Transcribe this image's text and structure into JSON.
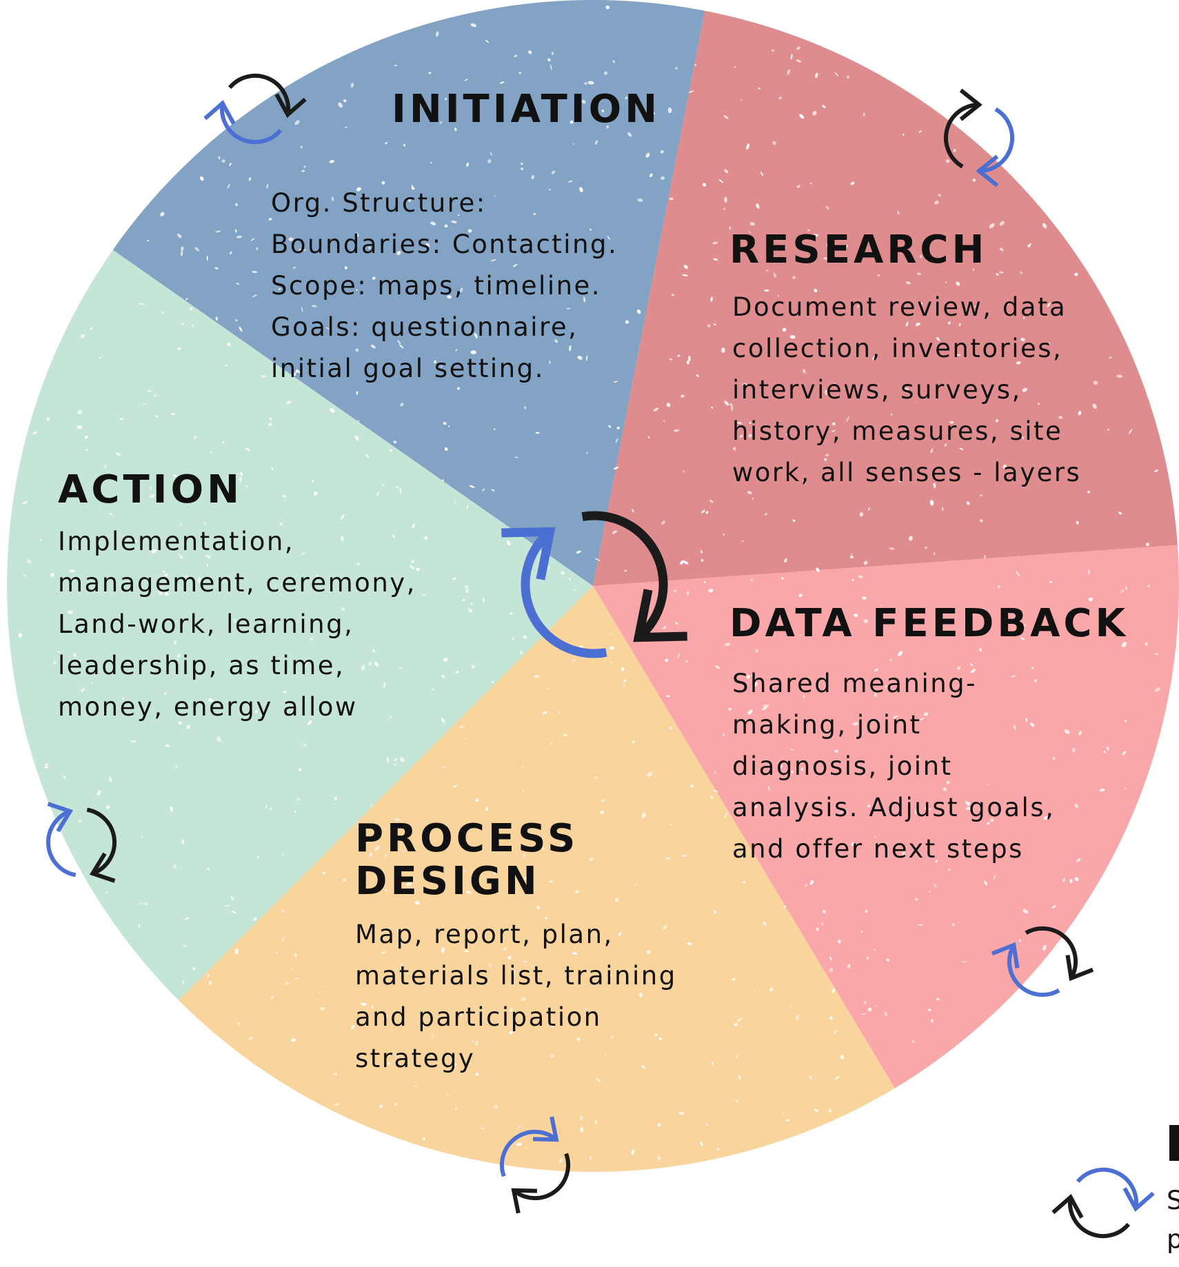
{
  "segments": [
    {
      "id": "initiation",
      "title": "INITIATION",
      "body": "Org. Structure:\nBoundaries: Contacting.\nScope: maps, timeline.\nGoals: questionnaire,\ninitial goal setting.",
      "color": "#df8c8e"
    },
    {
      "id": "research",
      "title": "RESEARCH",
      "body": "Document review, data\ncollection, inventories,\ninterviews, surveys,\nhistory, measures, site\nwork, all senses - layers",
      "color": "#f9a7a8"
    },
    {
      "id": "data-feedback",
      "title": "DATA FEEDBACK",
      "body": "Shared meaning-\nmaking, joint\ndiagnosis, joint\nanalysis. Adjust goals,\nand offer next steps",
      "color": "#fad49d"
    },
    {
      "id": "process-design",
      "title": "PROCESS\nDESIGN",
      "body": "Map, report, plan,\nmaterials list, training\nand participation\nstrategy",
      "color": "#c5e5d6"
    },
    {
      "id": "action",
      "title": "ACTION",
      "body": "Implementation,\nmanagement, ceremony,\nLand-work, learning,\nleadership, as time,\nmoney, energy allow",
      "color": "#83a3c5"
    }
  ],
  "icons": {
    "cycle_icon": "cycle-arrows-icon",
    "arrow_dark": "#1b1b1b",
    "arrow_blue": "#4c6fd4"
  },
  "cut_off": {
    "line1": "S",
    "line2": "p"
  }
}
